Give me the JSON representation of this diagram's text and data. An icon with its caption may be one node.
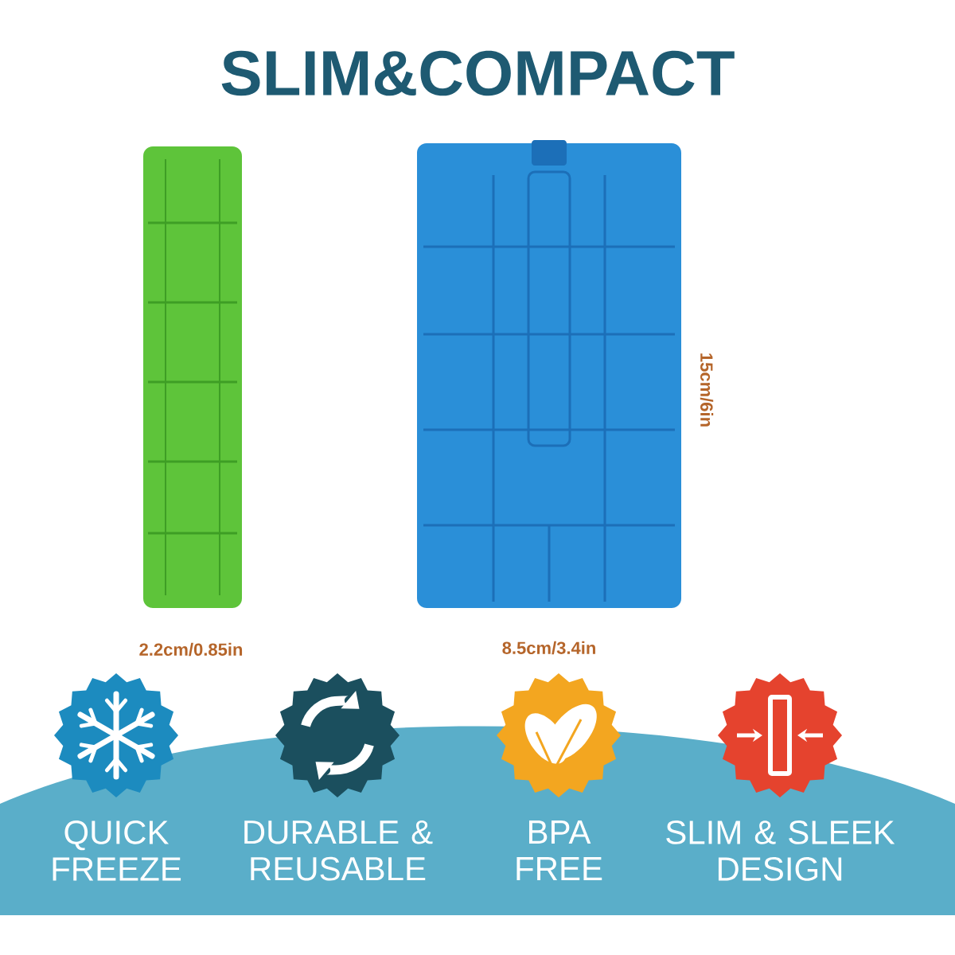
{
  "diagram": {
    "title": "SLIM&COMPACT",
    "labels": [
      "15cm/6in",
      "2.2cm/0.85in",
      "8.5cm/3.4in",
      "QUICK FREEZE",
      "DURABLE & REUSABLE",
      "BPA FREE",
      "SLIM & SLEEK DESIGN"
    ]
  }
}
